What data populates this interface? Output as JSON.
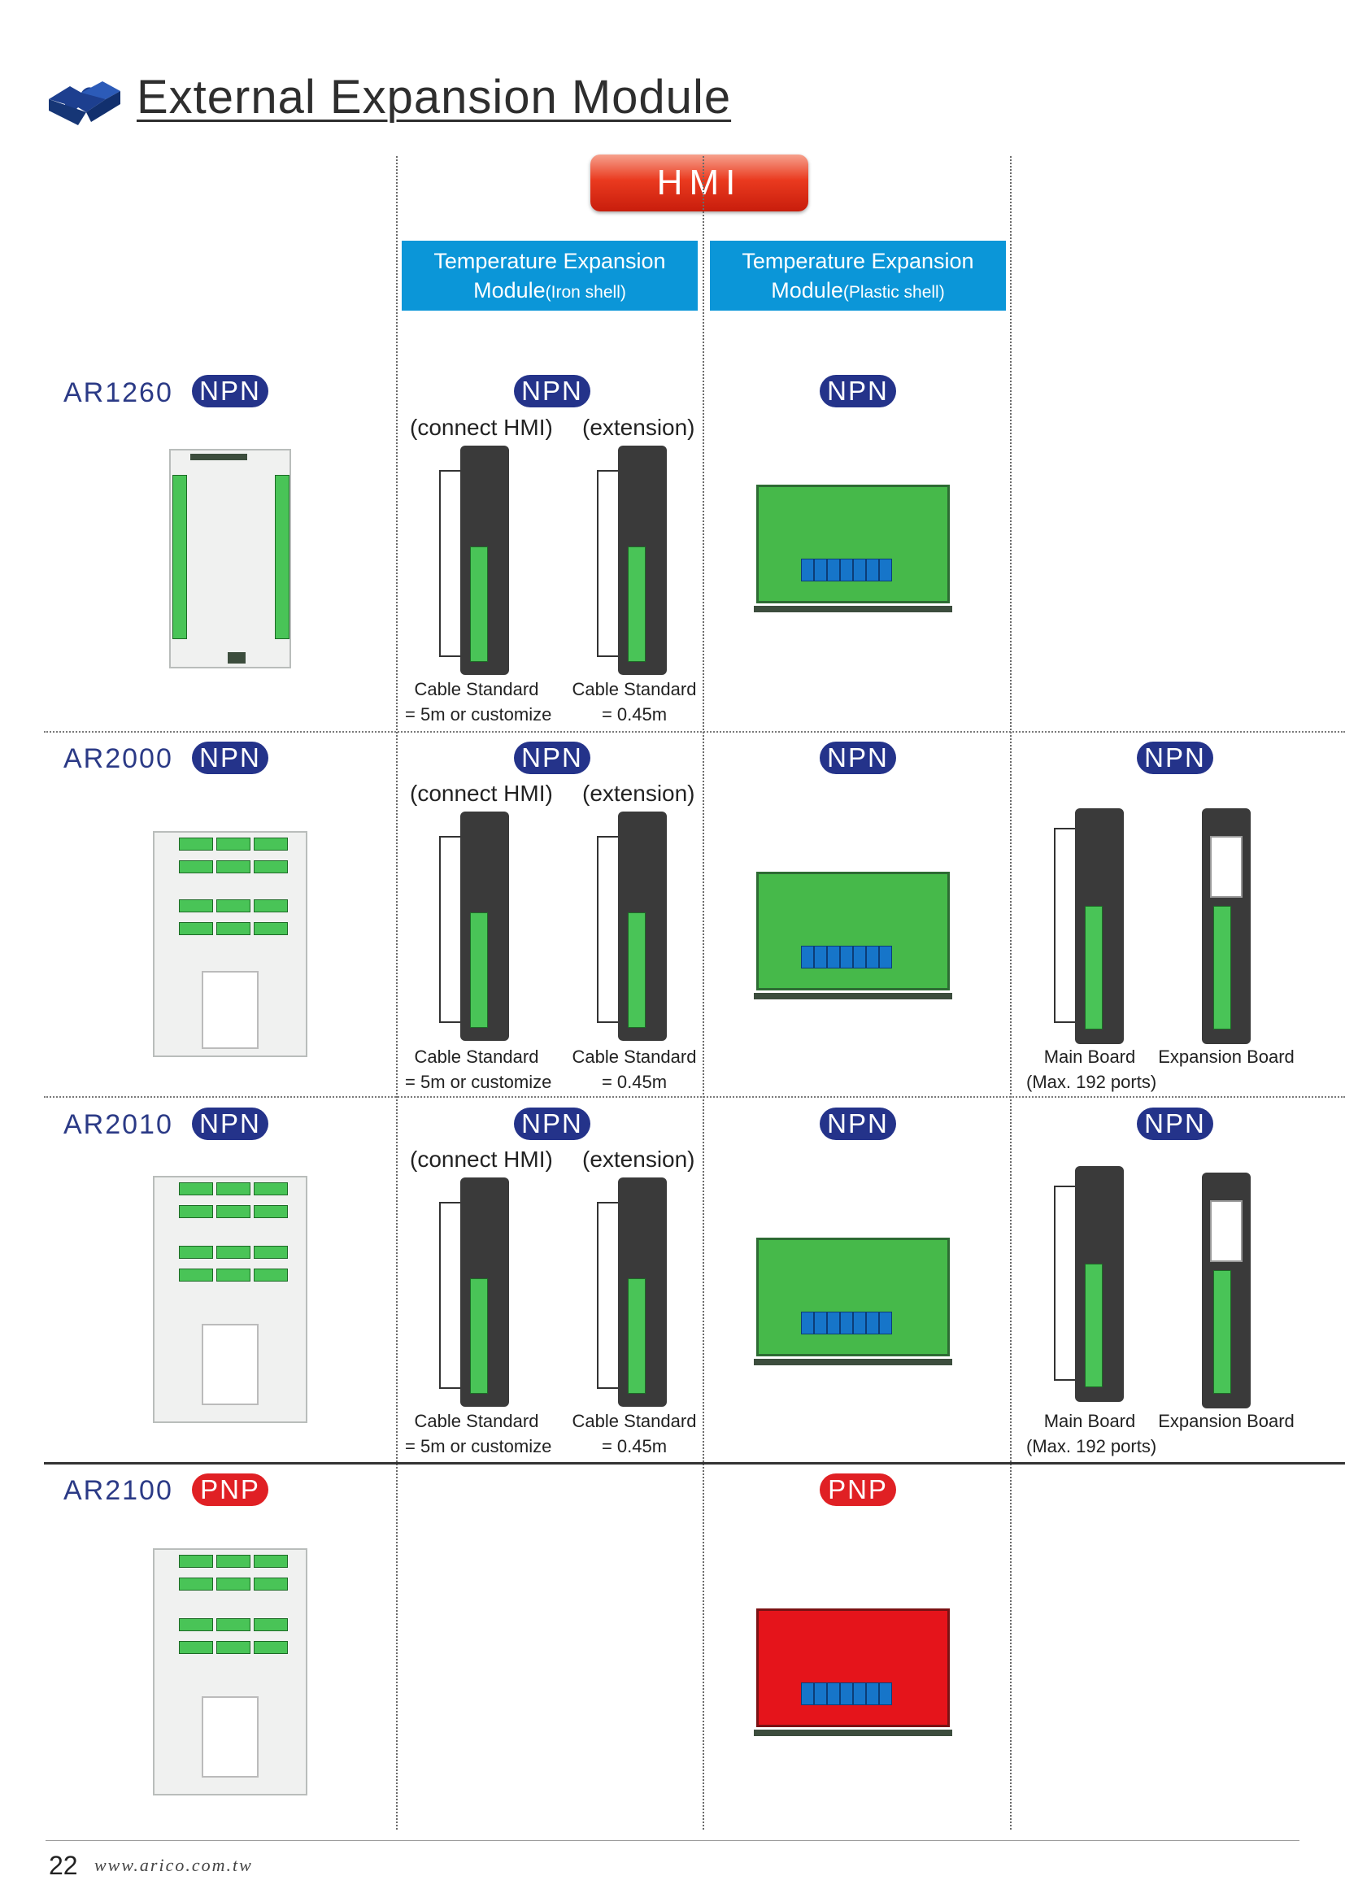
{
  "header": {
    "title": "External Expansion Module"
  },
  "hmi_label": "HMI",
  "columns": [
    {
      "line1": "Temperature Expansion",
      "line2_main": "Module",
      "line2_sub": "(Iron shell)"
    },
    {
      "line1": "Temperature Expansion",
      "line2_main": "Module",
      "line2_sub": "(Plastic shell)"
    }
  ],
  "rows": [
    {
      "model": "AR1260",
      "type": "NPN"
    },
    {
      "model": "AR2000",
      "type": "NPN"
    },
    {
      "model": "AR2010",
      "type": "NPN"
    },
    {
      "model": "AR2100",
      "type": "PNP"
    }
  ],
  "badges": {
    "npn": "NPN",
    "pnp": "PNP"
  },
  "iron_shell": {
    "connect_label": "(connect HMI)",
    "extension_label": "(extension)",
    "cable_left_1": "Cable Standard",
    "cable_left_2": "= 5m or customize",
    "cable_right_1": "Cable Standard",
    "cable_right_2": "= 0.45m"
  },
  "io_boards": {
    "main_board_1": "Main Board",
    "main_board_2": "(Max. 192 ports)",
    "expansion_board": "Expansion Board"
  },
  "colors": {
    "npn_badge": "#24338a",
    "pnp_badge": "#e02024",
    "header_blue": "#0b96d8",
    "model_text": "#2b3a86",
    "hmi_red": "#e03a1f"
  },
  "footer": {
    "page_number": "22",
    "website": "www.arico.com.tw"
  }
}
